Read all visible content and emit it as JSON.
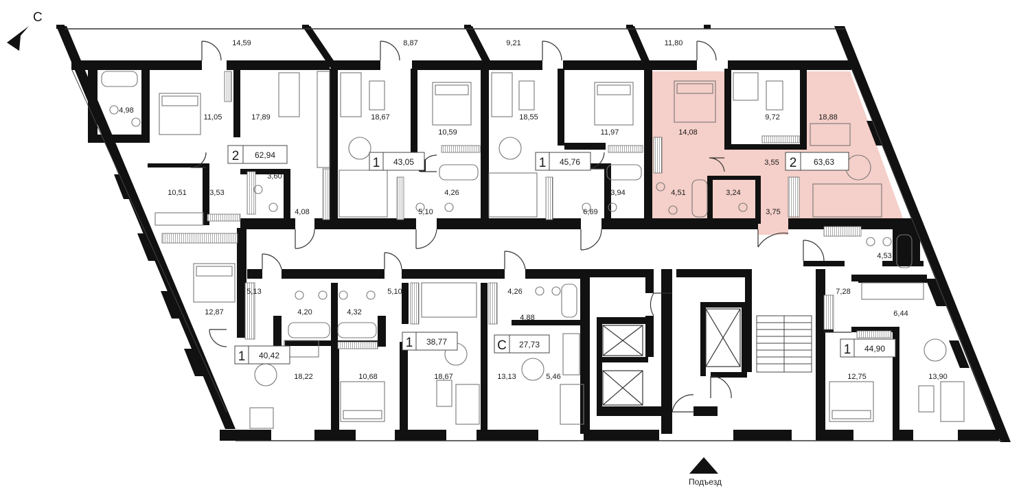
{
  "plan": {
    "north_label": "С",
    "entrance_label": "Подъезд",
    "highlight_color": "#f5cfc9",
    "wall_color": "#111111",
    "apartments": [
      {
        "rooms": "2",
        "area": "62,94"
      },
      {
        "rooms": "1",
        "area": "43,05"
      },
      {
        "rooms": "1",
        "area": "45,76"
      },
      {
        "rooms": "2",
        "area": "63,63",
        "highlighted": true
      },
      {
        "rooms": "1",
        "area": "40,42"
      },
      {
        "rooms": "1",
        "area": "38,77"
      },
      {
        "rooms": "С",
        "area": "27,73"
      },
      {
        "rooms": "1",
        "area": "44,90"
      }
    ],
    "room_areas": [
      "14,59",
      "8,87",
      "9,21",
      "11,80",
      "4,98",
      "11,05",
      "17,89",
      "18,67",
      "10,59",
      "18,55",
      "11,97",
      "14,08",
      "9,72",
      "18,88",
      "3,55",
      "10,51",
      "3,53",
      "3,60",
      "4,08",
      "4,26",
      "5,10",
      "3,94",
      "6,69",
      "4,51",
      "3,24",
      "3,75",
      "4,53",
      "7,28",
      "6,44",
      "5,13",
      "4,20",
      "4,32",
      "5,10",
      "4,26",
      "4,88",
      "12,87",
      "18,22",
      "10,68",
      "18,67",
      "13,13",
      "5,46",
      "12,75",
      "13,90"
    ]
  }
}
